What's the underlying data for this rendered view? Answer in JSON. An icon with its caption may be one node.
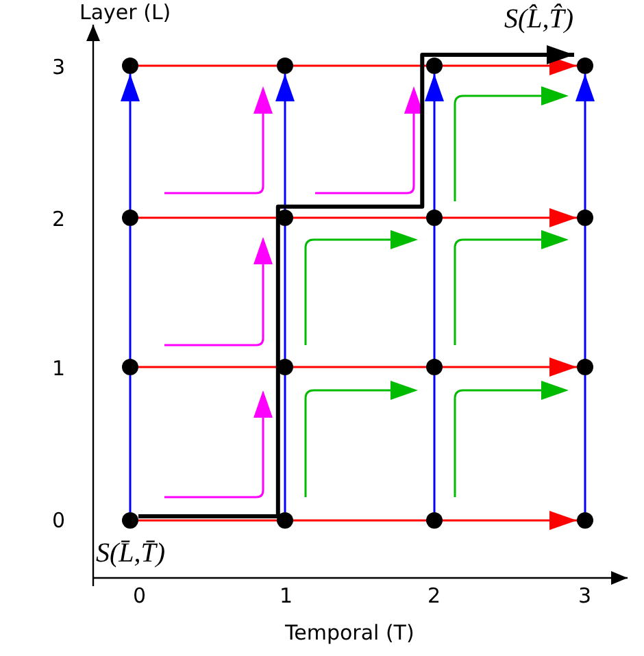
{
  "diagram": {
    "nodes": [
      {
        "text": [],
        "shape": "circle"
      },
      {
        "text": [],
        "shape": "circle"
      },
      {
        "text": [],
        "shape": "circle"
      },
      {
        "text": [],
        "shape": "circle",
        "beside": [
          "S(L̂,T̂)"
        ]
      },
      {
        "text": [],
        "shape": "circle"
      },
      {
        "text": [],
        "shape": "circle"
      },
      {
        "text": [],
        "shape": "circle"
      },
      {
        "text": [],
        "shape": "circle"
      },
      {
        "text": [],
        "shape": "circle"
      },
      {
        "text": [],
        "shape": "circle"
      },
      {
        "text": [],
        "shape": "circle"
      },
      {
        "text": [],
        "shape": "circle"
      },
      {
        "text": [],
        "shape": "circle",
        "beside": [
          "S(L̄,T̄)"
        ]
      },
      {
        "text": [],
        "shape": "circle"
      },
      {
        "text": [],
        "shape": "circle"
      },
      {
        "text": [],
        "shape": "circle"
      }
    ],
    "edges": [
      {
        "from": 0,
        "to": 3,
        "arrow": "to",
        "color": "#ff0000"
      },
      {
        "from": 4,
        "to": 7,
        "arrow": "to",
        "color": "#ff0000"
      },
      {
        "from": 8,
        "to": 11,
        "arrow": "to",
        "color": "#ff0000"
      },
      {
        "from": 12,
        "to": 15,
        "arrow": "to",
        "color": "#ff0000"
      },
      {
        "from": 12,
        "to": 0,
        "arrow": "to",
        "color": "#0000ff"
      },
      {
        "from": 13,
        "to": 1,
        "arrow": "to",
        "color": "#0000ff"
      },
      {
        "from": 14,
        "to": 2,
        "arrow": "to",
        "color": "#0000ff"
      },
      {
        "from": 15,
        "to": 3,
        "arrow": "to",
        "color": "#0000ff"
      },
      {
        "from": 12,
        "to": 3,
        "arrow": "to",
        "style": "thick",
        "color": "#000000"
      }
    ],
    "labels": [
      "Layer (L)",
      "3",
      "2",
      "1",
      "0",
      "0",
      "1",
      "2",
      "3",
      "Temporal (T)"
    ]
  }
}
